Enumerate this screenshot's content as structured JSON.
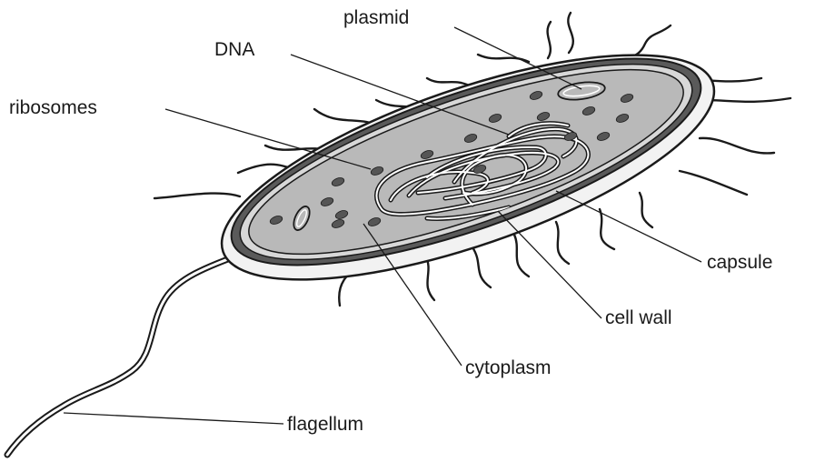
{
  "labels": {
    "plasmid": "plasmid",
    "dna": "DNA",
    "ribosomes": "ribosomes",
    "capsule": "capsule",
    "cell_wall": "cell wall",
    "cytoplasm": "cytoplasm",
    "flagellum": "flagellum"
  },
  "colors": {
    "outline": "#1a1a1a",
    "capsule_fill": "#f2f2f2",
    "cell_wall_fill": "#5a5a5a",
    "cytoplasm_fill": "#b9b9b9",
    "ribosome_fill": "#555555"
  }
}
